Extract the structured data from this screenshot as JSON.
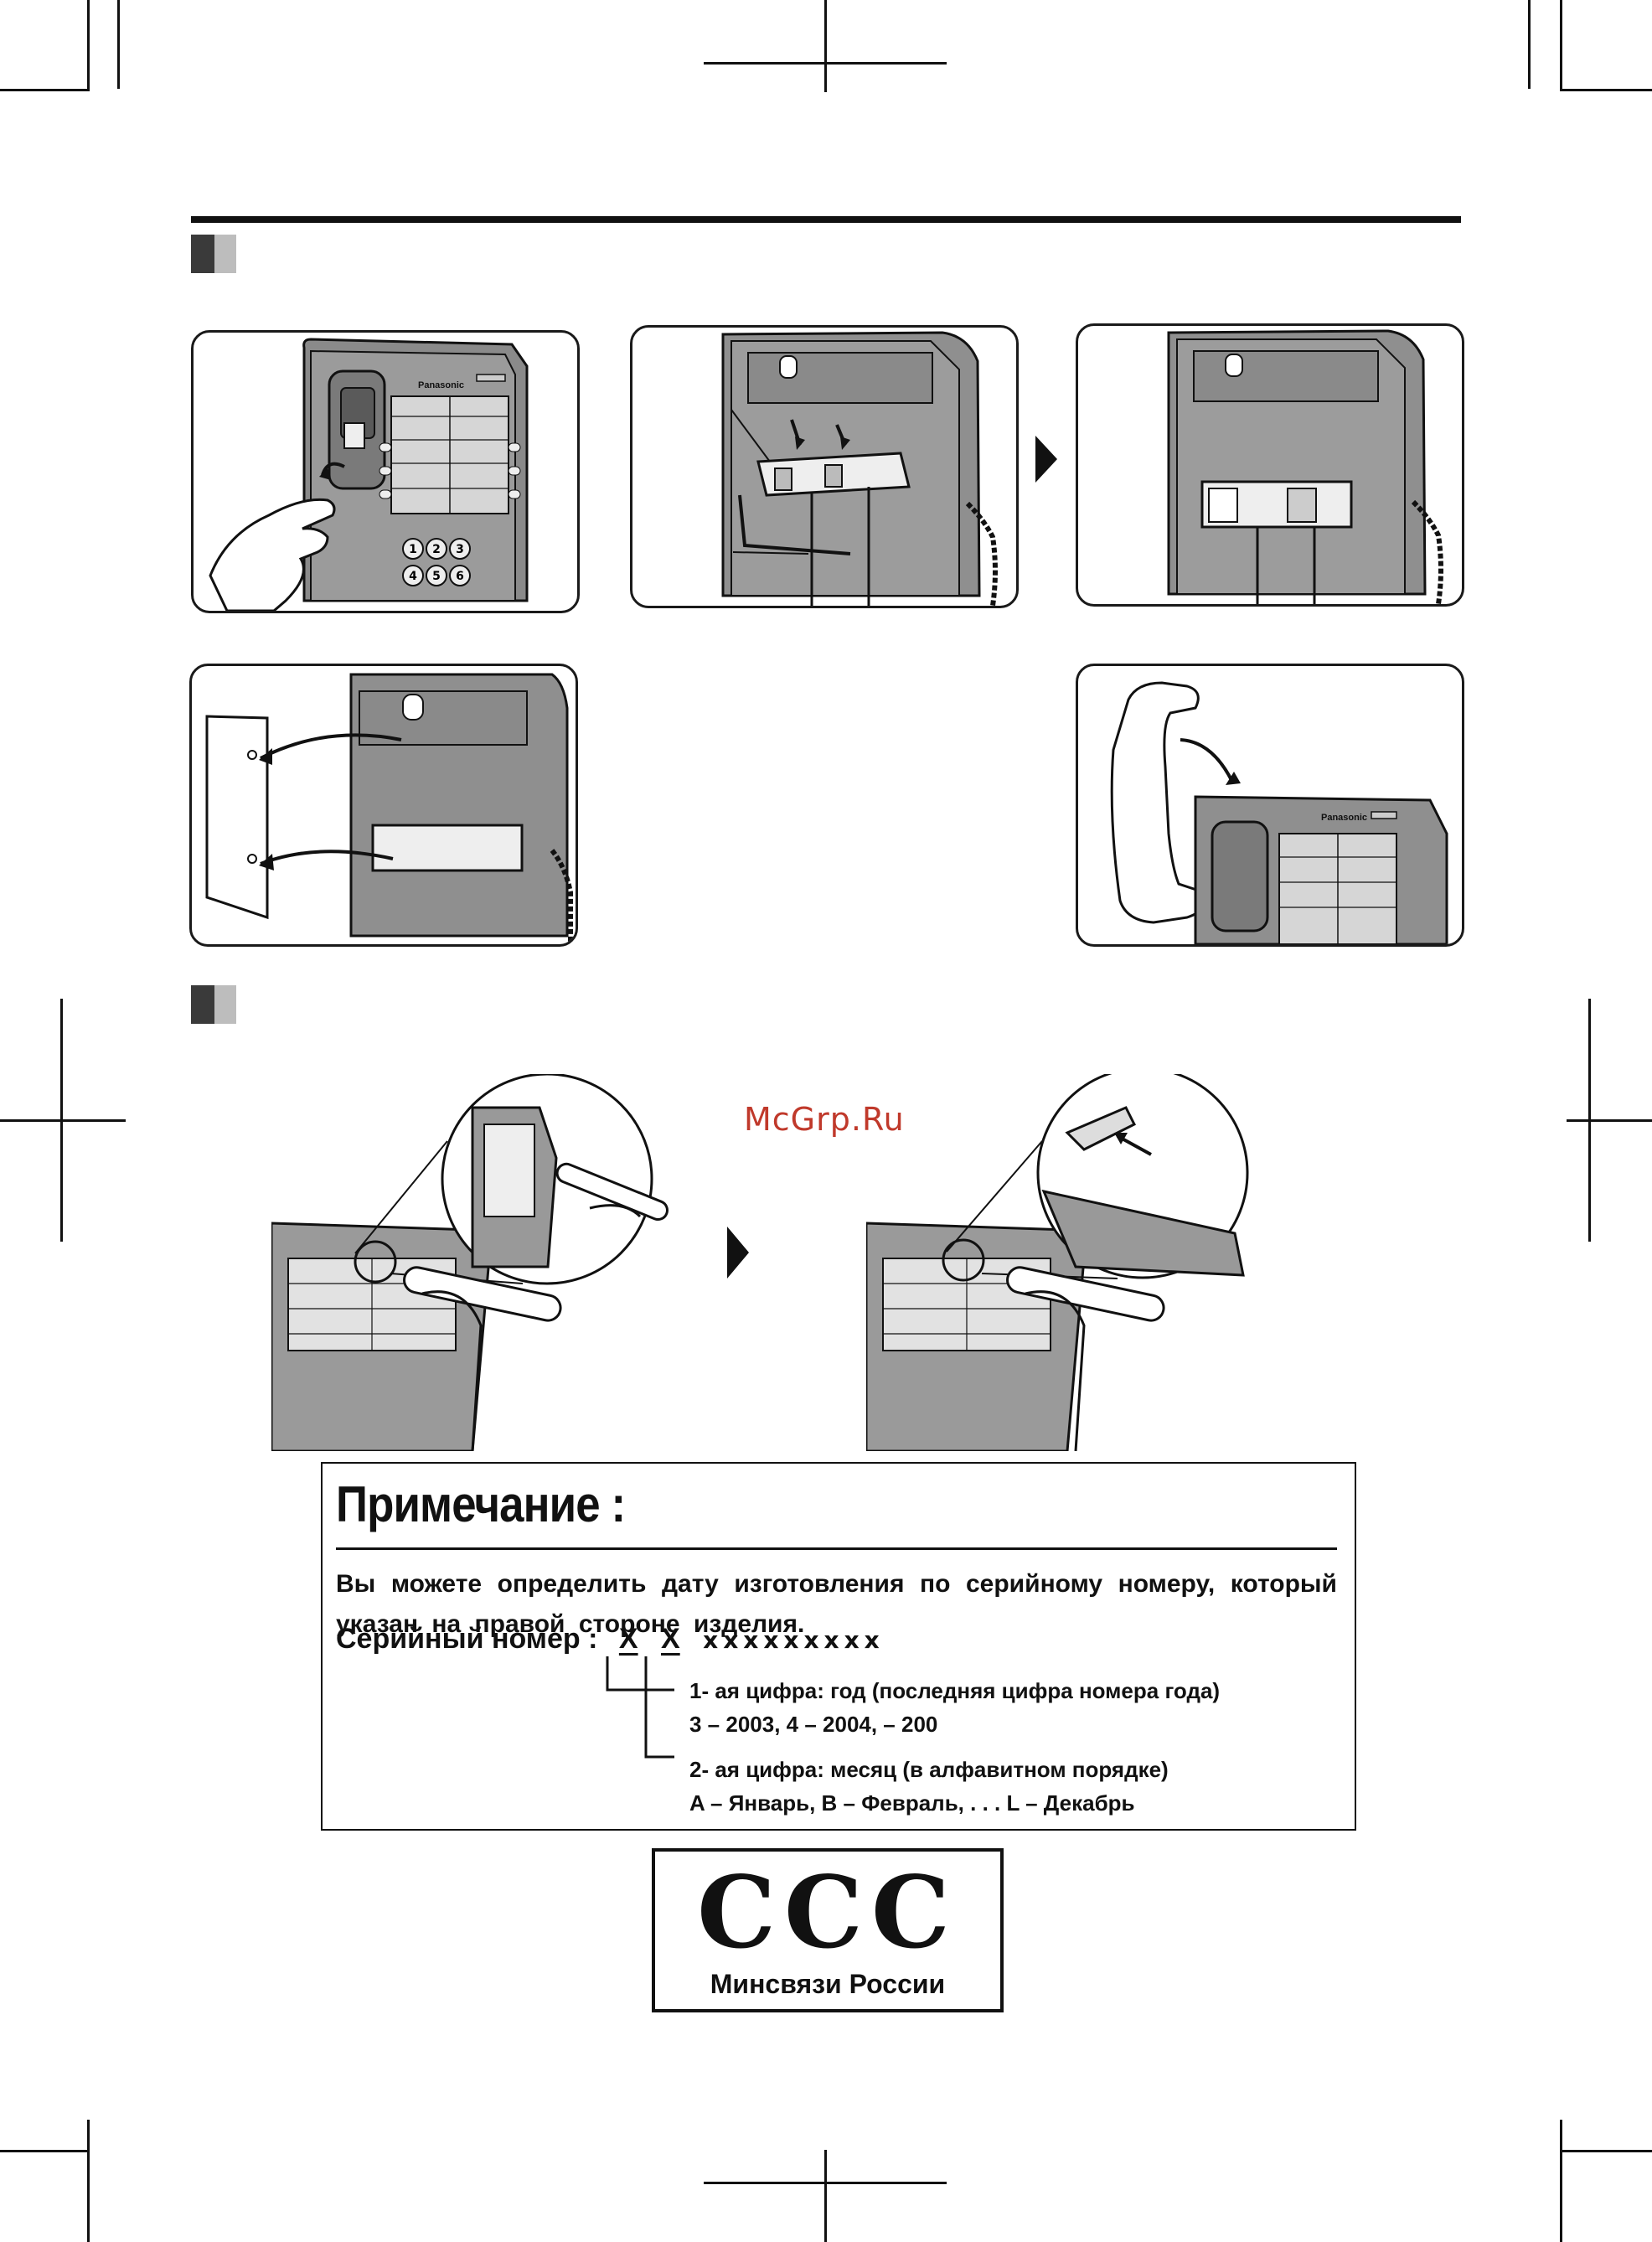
{
  "panels": {
    "p1_brand": "Panasonic",
    "p5_brand": "Panasonic",
    "keypad_row1": [
      "1",
      "2",
      "3"
    ],
    "keypad_row2": [
      "4",
      "5",
      "6"
    ]
  },
  "watermark": "McGrp.Ru",
  "note": {
    "title": "Примечание :",
    "body": "Вы можете определить дату изготовления по серийному номеру, который указан на правой стороне изделия.",
    "serial_label": "Серийный номер :",
    "serial_x1": "X",
    "serial_x2": "X",
    "serial_rest": "xxxxxxxxx",
    "line1": "1- ая  цифра:  год (последняя цифра номера года)",
    "line2": "3 – 2003, 4 – 2004,     – 200",
    "line3": "2- ая  цифра:  месяц (в алфавитном порядке)",
    "line4": "A – Январь,  B – Февраль,  . . .   L – Декабрь"
  },
  "certification": {
    "logo": "CCC",
    "subtitle": "Минсвязи России"
  }
}
